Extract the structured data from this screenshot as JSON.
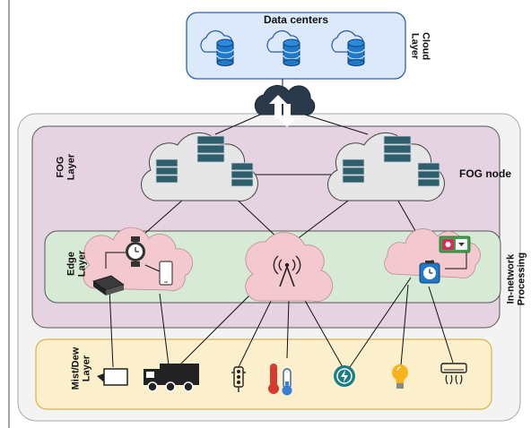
{
  "labels": {
    "data_centers": "Data centers",
    "cloud_layer": [
      "Cloud",
      "Layer"
    ],
    "fog_layer": [
      "FOG",
      "Layer"
    ],
    "fog_node": "FOG node",
    "edge_layer": [
      "Edge",
      "Layer"
    ],
    "mist_layer": [
      "Mist/Dew",
      "Layer"
    ],
    "in_network": [
      "In-network",
      "Processing"
    ]
  },
  "colors": {
    "cloud_fill": "#dce9fb",
    "cloud_border": "#2d5fa8",
    "fog_fill": "#e6d3e2",
    "edge_fill": "#d6ead6",
    "mist_fill": "#fbefcc",
    "mist_border": "#d9b34a",
    "edge_cloud": "#f4c8cf",
    "server": "#2e5d6b",
    "db": "#1f78c8"
  },
  "icons": {
    "data_center_db": [
      "database-icon",
      "database-icon",
      "database-icon"
    ],
    "edge_devices": [
      "smartwatch-icon",
      "smartphone-icon",
      "router-icon",
      "wireless-tower-icon",
      "smart-clock-icon",
      "smart-switch-icon"
    ],
    "mist_devices": [
      "camera-icon",
      "truck-icon",
      "traffic-light-icon",
      "thermometer-icon",
      "power-meter-icon",
      "light-bulb-icon",
      "air-conditioner-icon"
    ]
  }
}
